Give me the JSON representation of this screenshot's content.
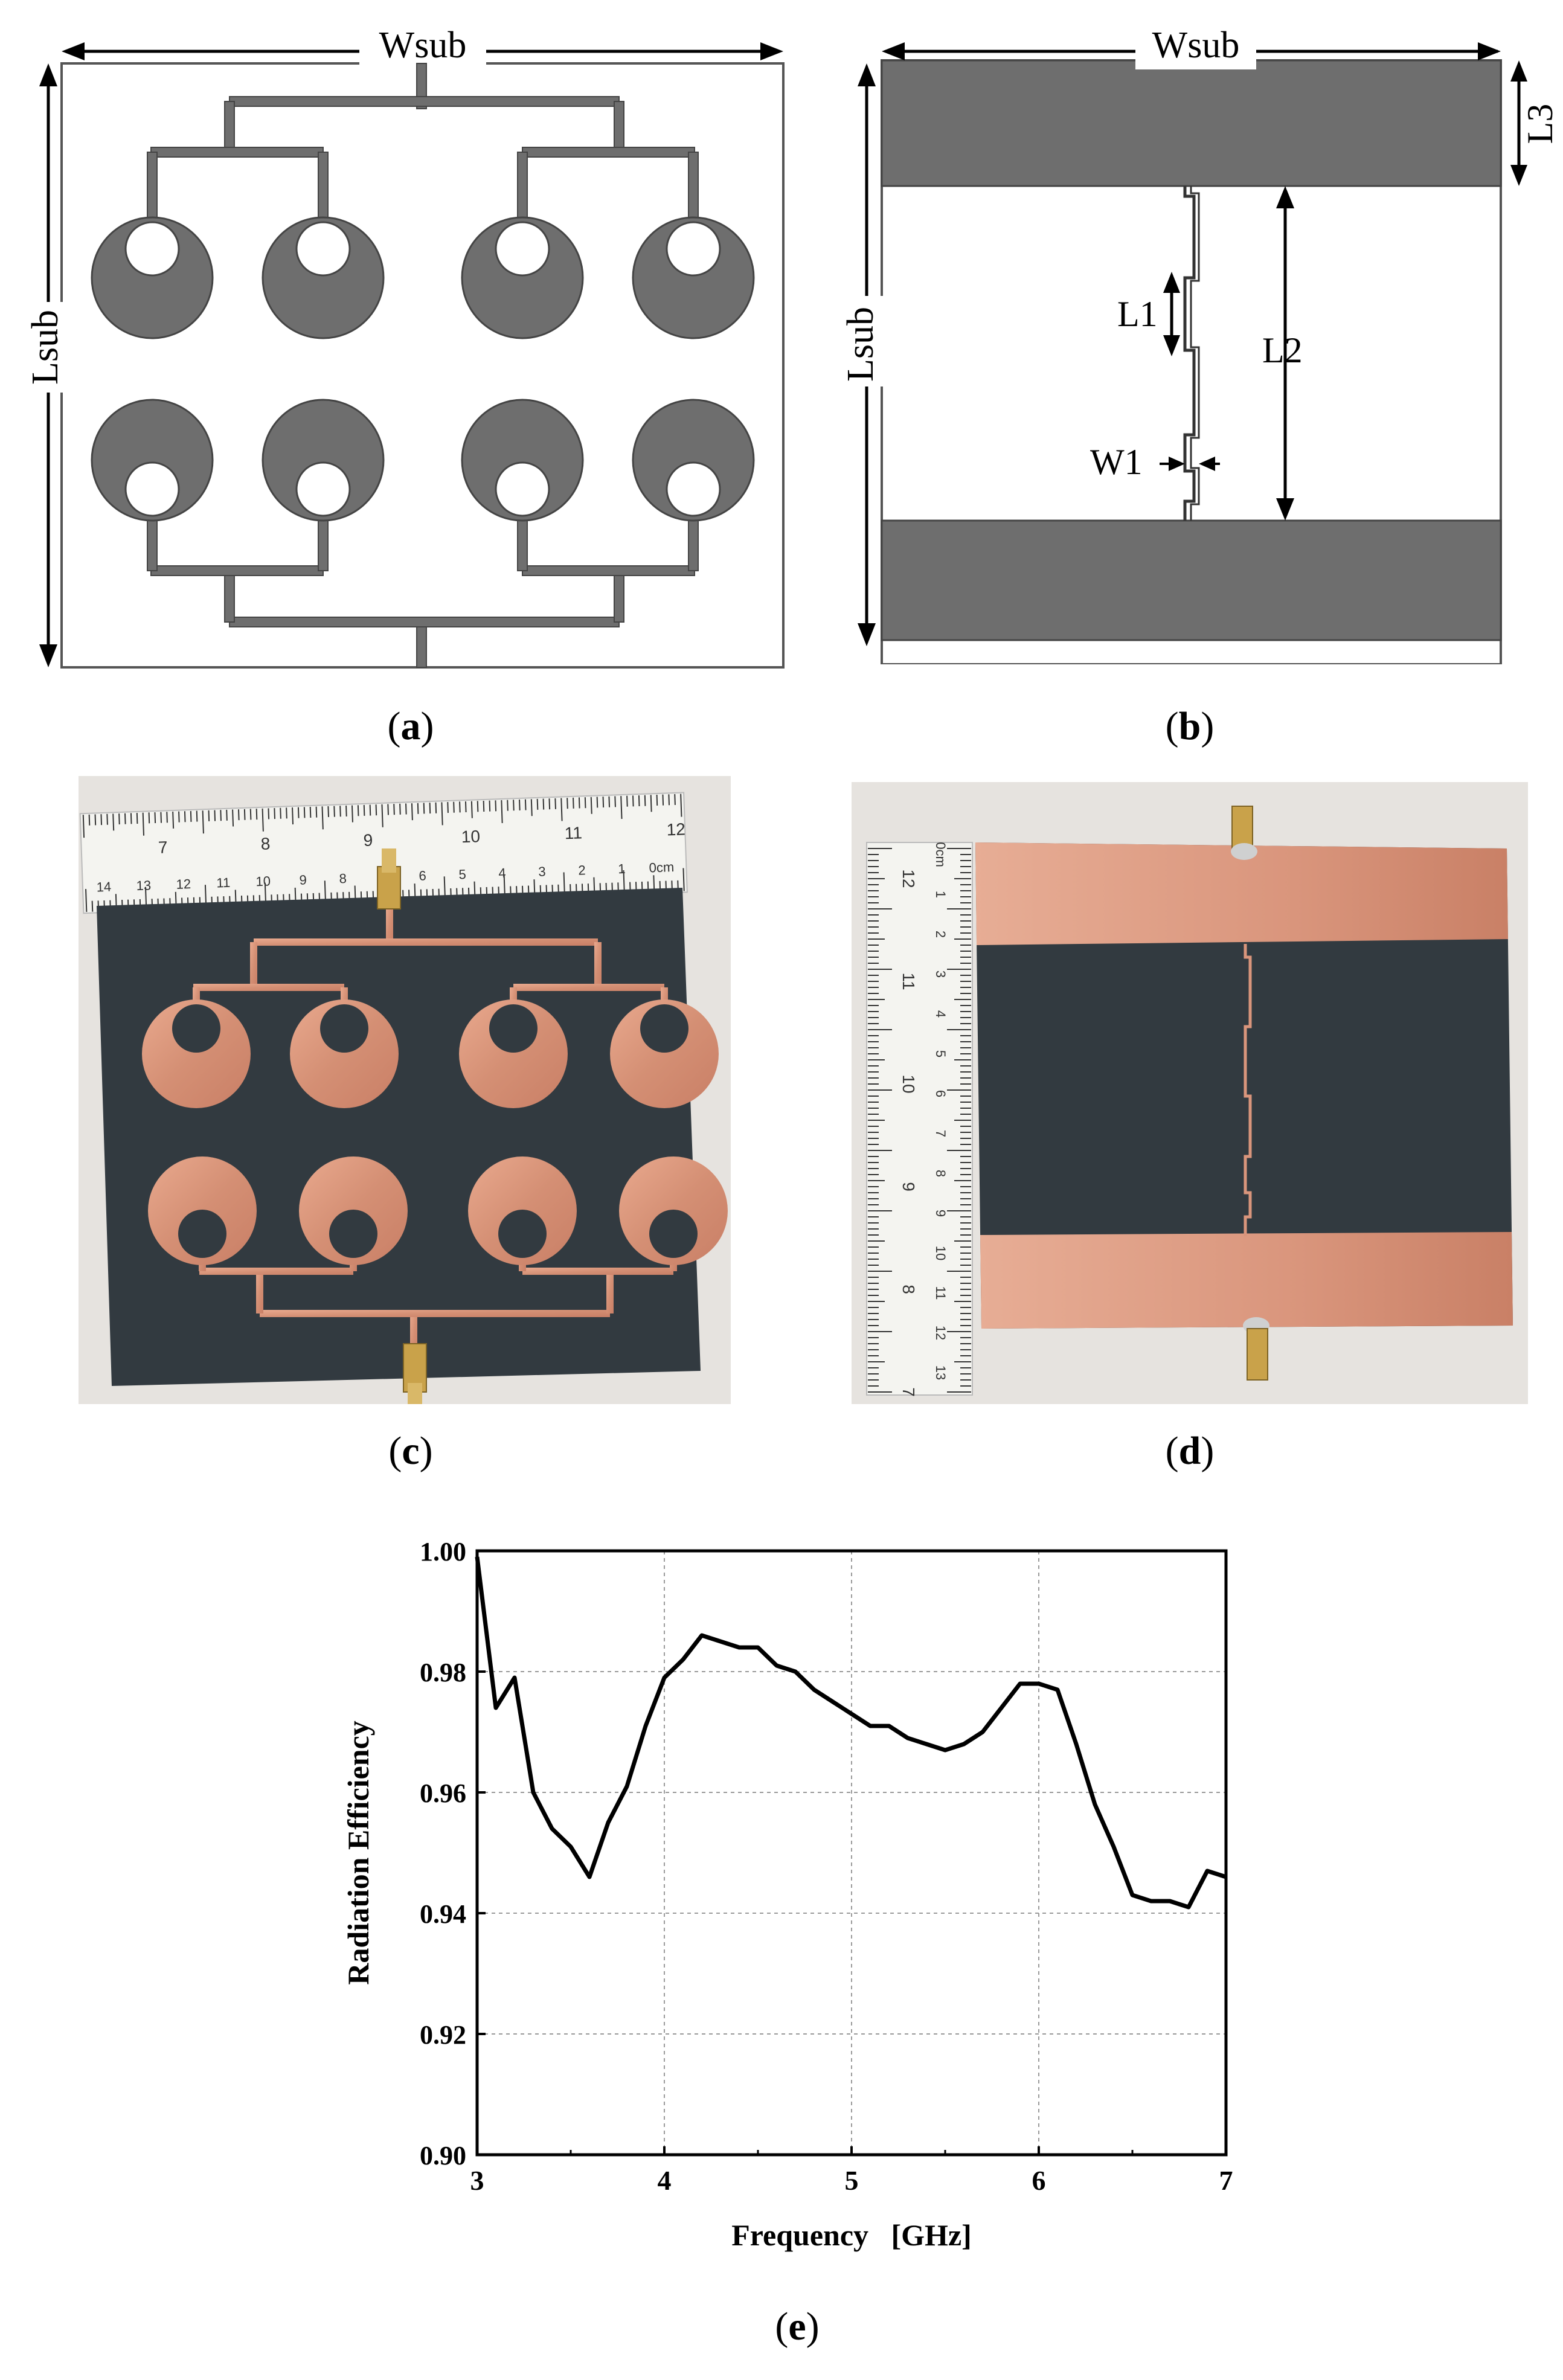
{
  "figure": {
    "panel_a": {
      "label_open": "(",
      "label_letter": "a",
      "label_close": ")",
      "width_label": "Wsub",
      "length_label": "Lsub"
    },
    "panel_b": {
      "label_open": "(",
      "label_letter": "b",
      "label_close": ")",
      "width_label": "Wsub",
      "length_label": "Lsub",
      "l1_label": "L1",
      "l2_label": "L2",
      "l3_label": "L3",
      "w1_label": "W1"
    },
    "panel_c": {
      "label_open": "(",
      "label_letter": "c",
      "label_close": ")",
      "ruler_top": [
        "7",
        "8",
        "9",
        "10",
        "11",
        "12"
      ],
      "ruler_bottom": [
        "14",
        "13",
        "12",
        "11",
        "10",
        "9",
        "8",
        "7",
        "6",
        "5",
        "4",
        "3",
        "2",
        "1",
        "0cm"
      ]
    },
    "panel_d": {
      "label_open": "(",
      "label_letter": "d",
      "label_close": ")",
      "ruler_left": [
        "0cm",
        "1",
        "2",
        "3",
        "4",
        "5",
        "6",
        "7",
        "8",
        "9",
        "10",
        "11",
        "12",
        "13"
      ],
      "ruler_right": [
        "12",
        "11",
        "10",
        "9",
        "8",
        "7"
      ]
    },
    "panel_e": {
      "label_open": "(",
      "label_letter": "e",
      "label_close": ")"
    }
  },
  "chart_data": {
    "type": "line",
    "xlabel": "Frequency   [GHz]",
    "ylabel": "Radiation Efficiency",
    "xlim": [
      3,
      7
    ],
    "ylim": [
      0.9,
      1.0
    ],
    "xticks": [
      "3",
      "4",
      "5",
      "6",
      "7"
    ],
    "yticks": [
      "0.90",
      "0.92",
      "0.94",
      "0.96",
      "0.98",
      "1.00"
    ],
    "grid": true,
    "series": [
      {
        "color": "#000000",
        "x": [
          3.0,
          3.1,
          3.2,
          3.3,
          3.4,
          3.5,
          3.6,
          3.7,
          3.8,
          3.9,
          4.0,
          4.1,
          4.2,
          4.3,
          4.4,
          4.5,
          4.6,
          4.7,
          4.8,
          4.9,
          5.0,
          5.1,
          5.2,
          5.3,
          5.4,
          5.5,
          5.6,
          5.7,
          5.8,
          5.9,
          6.0,
          6.1,
          6.2,
          6.3,
          6.4,
          6.5,
          6.6,
          6.7,
          6.8,
          6.9,
          7.0
        ],
        "y": [
          0.999,
          0.974,
          0.979,
          0.96,
          0.954,
          0.951,
          0.946,
          0.955,
          0.961,
          0.971,
          0.979,
          0.982,
          0.986,
          0.985,
          0.984,
          0.984,
          0.981,
          0.98,
          0.977,
          0.975,
          0.973,
          0.971,
          0.971,
          0.969,
          0.968,
          0.967,
          0.968,
          0.97,
          0.974,
          0.978,
          0.978,
          0.977,
          0.968,
          0.958,
          0.951,
          0.943,
          0.942,
          0.942,
          0.941,
          0.947,
          0.946
        ]
      }
    ]
  }
}
